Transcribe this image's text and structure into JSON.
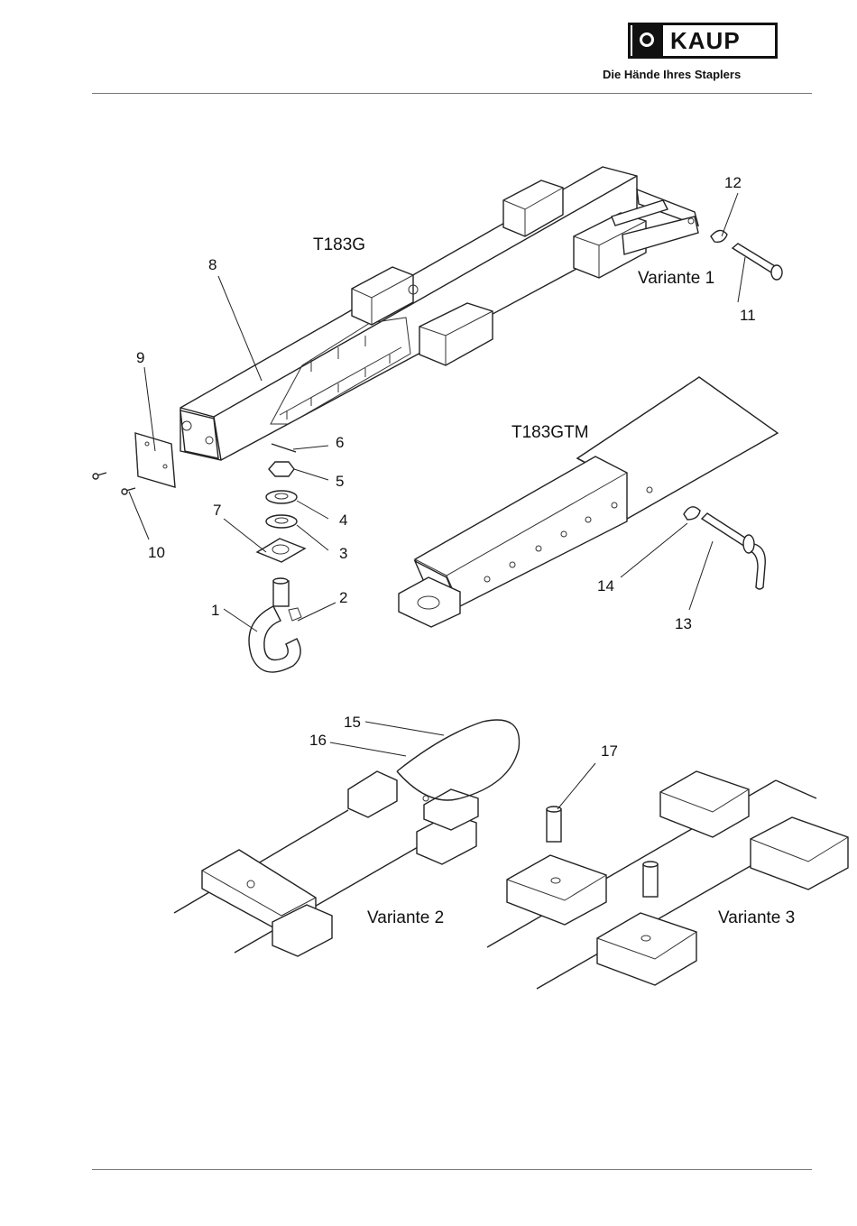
{
  "brand": {
    "name": "KAUP",
    "slogan": "Die Hände Ihres Staplers"
  },
  "models": {
    "t183g": "T183G",
    "t183gtm": "T183GTM"
  },
  "variants": {
    "v1": "Variante 1",
    "v2": "Variante 2",
    "v3": "Variante 3"
  },
  "callouts": {
    "c1": "1",
    "c2": "2",
    "c3": "3",
    "c4": "4",
    "c5": "5",
    "c6": "6",
    "c7": "7",
    "c8": "8",
    "c9": "9",
    "c10": "10",
    "c11": "11",
    "c12": "12",
    "c13": "13",
    "c14": "14",
    "c15": "15",
    "c16": "16",
    "c17": "17"
  }
}
